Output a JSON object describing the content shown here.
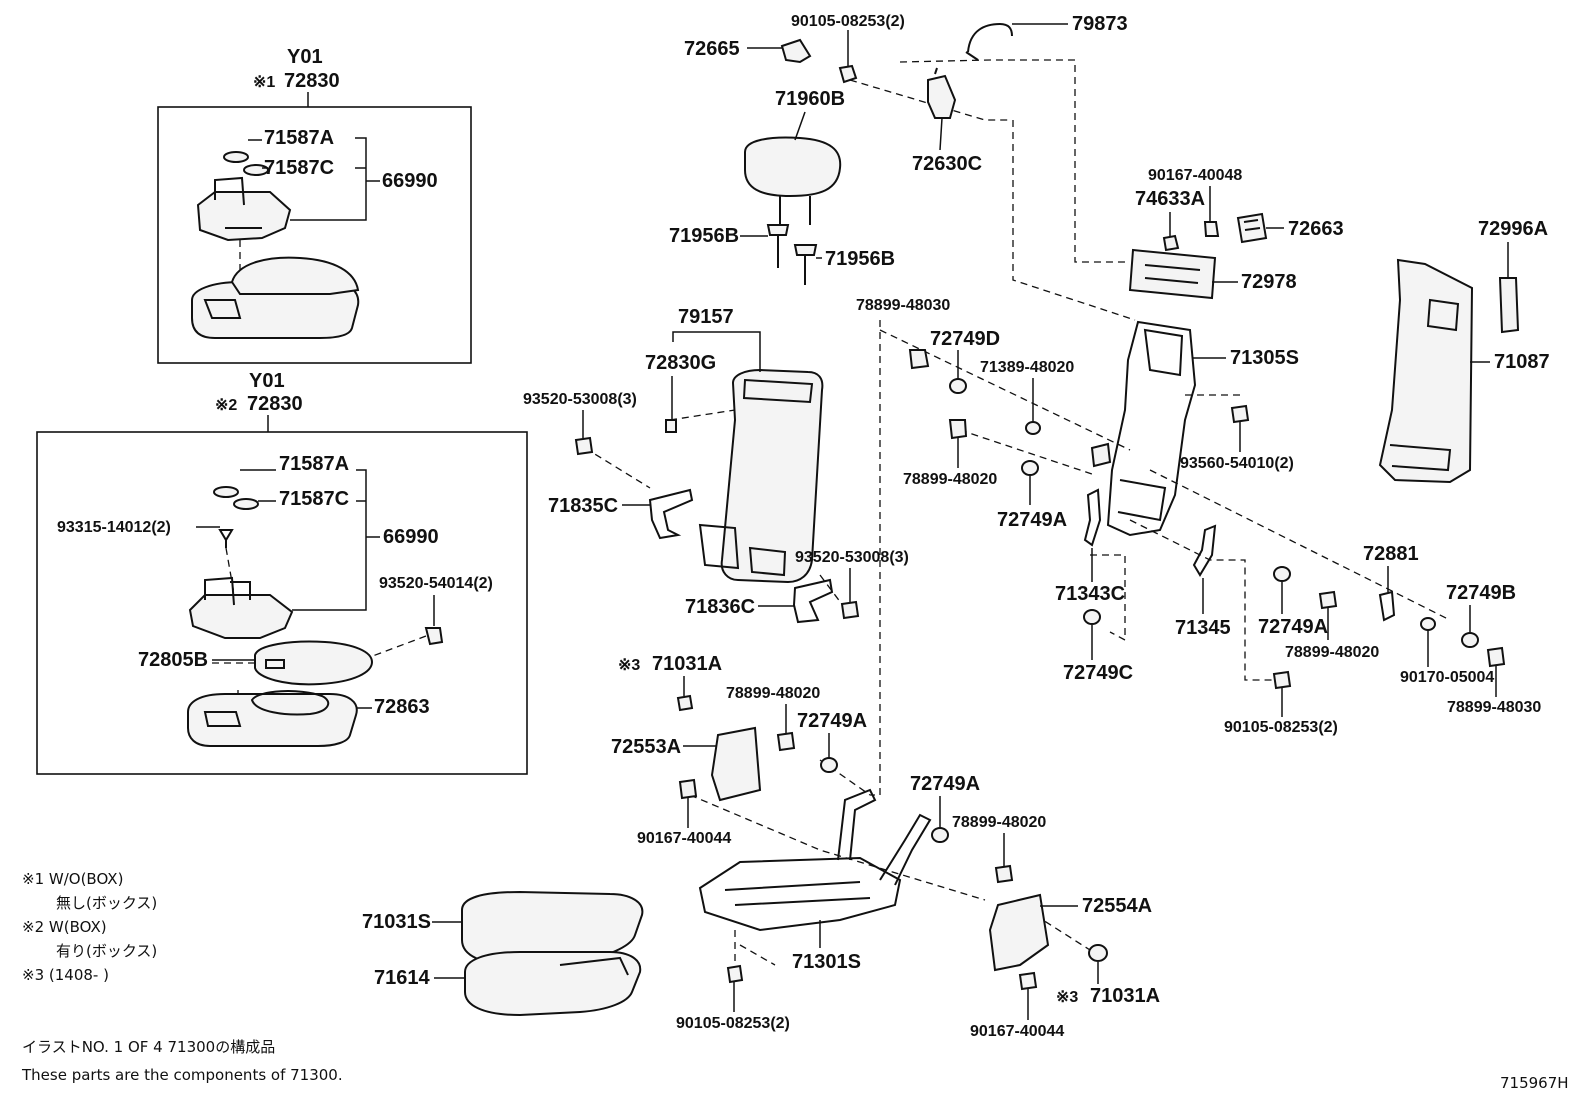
{
  "inset_top": {
    "variant": "Y01",
    "mark": "※1",
    "code": "72830",
    "labels": {
      "a": "71587A",
      "c": "71587C",
      "group": "66990"
    }
  },
  "inset_bottom": {
    "variant": "Y01",
    "mark": "※2",
    "code": "72830",
    "labels": {
      "a": "71587A",
      "c": "71587C",
      "group": "66990",
      "screw": "93315-14012(2)",
      "bolt": "93520-54014(2)",
      "lid": "72805B",
      "box": "72863"
    }
  },
  "parts": {
    "p90105_08253_top": "90105-08253(2)",
    "p79873": "79873",
    "p72665": "72665",
    "p71960B": "71960B",
    "p72630C": "72630C",
    "p71956B_l": "71956B",
    "p71956B_r": "71956B",
    "p90167_40048": "90167-40048",
    "p74633A": "74633A",
    "p72663": "72663",
    "p72978": "72978",
    "p72996A": "72996A",
    "p71087": "71087",
    "p79157": "79157",
    "p72830G": "72830G",
    "p93520_53008_l": "93520-53008(3)",
    "p71835C": "71835C",
    "p78899_48030_top": "78899-48030",
    "p72749D": "72749D",
    "p71389_48020": "71389-48020",
    "p71305S": "71305S",
    "p93560_54010": "93560-54010(2)",
    "p78899_48020_mid": "78899-48020",
    "p72749A_mid": "72749A",
    "p93520_53008_r": "93520-53008(3)",
    "p71836C": "71836C",
    "p71343C": "71343C",
    "p72881": "72881",
    "p71345": "71345",
    "p72749A_r": "72749A",
    "p72749B": "72749B",
    "p78899_48020_r": "78899-48020",
    "p90170_05004": "90170-05004",
    "p72749C": "72749C",
    "p78899_48030_r": "78899-48030",
    "p90105_08253_r": "90105-08253(2)",
    "p71031A_top": "71031A",
    "p71031A_top_mark": "※3",
    "p78899_48020_low": "78899-48020",
    "p72749A_low": "72749A",
    "p72553A": "72553A",
    "p72749A_low2": "72749A",
    "p78899_48020_low2": "78899-48020",
    "p90167_40044_l": "90167-40044",
    "p72554A": "72554A",
    "p71031S": "71031S",
    "p71301S": "71301S",
    "p71614": "71614",
    "p90105_08253_bot": "90105-08253(2)",
    "p90167_40044_r": "90167-40044",
    "p71031A_bot": "71031A",
    "p71031A_bot_mark": "※3"
  },
  "notes": {
    "n1": "※1 W/O(BOX)",
    "n1b": "無し(ボックス)",
    "n2": "※2 W(BOX)",
    "n2b": "有り(ボックス)",
    "n3": "※3 (1408-        )"
  },
  "footer": {
    "jp": "イラストNO.  1  OF 4   71300の構成品",
    "en": "These parts are the components of 71300.",
    "code": "715967H"
  }
}
